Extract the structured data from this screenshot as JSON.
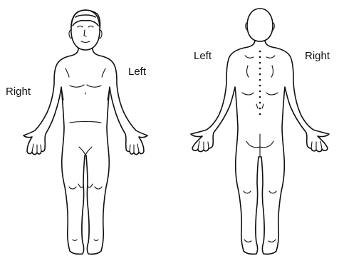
{
  "front_view": {
    "right_label": "Right",
    "left_label": "Left"
  },
  "back_view": {
    "left_label": "Left",
    "right_label": "Right"
  },
  "colors": {
    "line": "#111111",
    "background": "#ffffff"
  }
}
